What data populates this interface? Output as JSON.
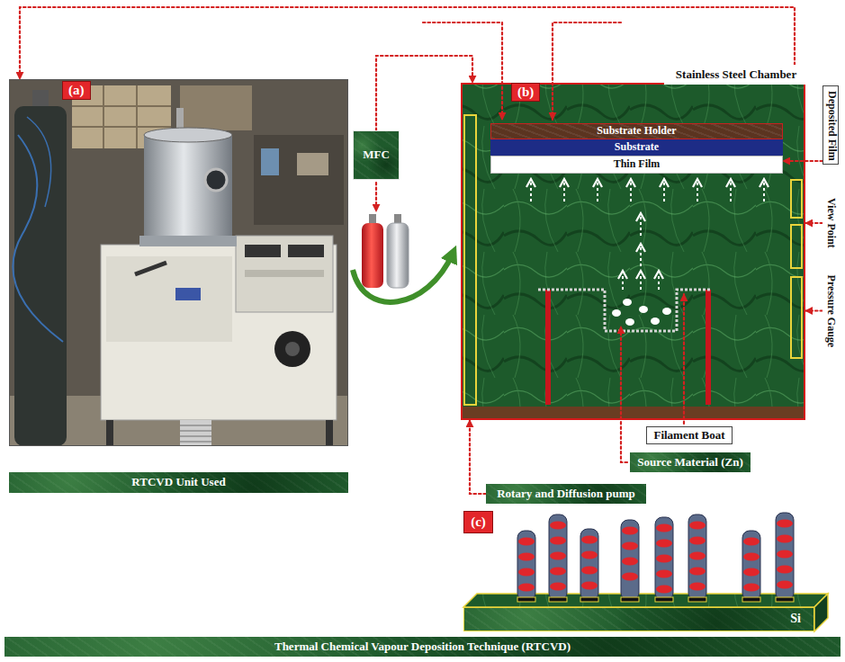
{
  "diagram": {
    "nodes": [
      {
        "text": [
          "(a)"
        ]
      },
      {
        "text": [
          "RTCVD Unit Used"
        ]
      },
      {
        "text": [
          "MFC"
        ]
      },
      {
        "text": [
          "(b)"
        ]
      },
      {
        "text": [
          "Substrate Holder"
        ],
        "in": 3
      },
      {
        "text": [
          "Substrate"
        ],
        "in": 3
      },
      {
        "text": [
          "Thin Film"
        ],
        "in": 3
      },
      {
        "text": [
          "Stainless Steel Chamber"
        ]
      },
      {
        "text": [
          "Deposited Film"
        ]
      },
      {
        "text": [
          "View Point"
        ]
      },
      {
        "text": [
          "Pressure Gauge"
        ]
      },
      {
        "text": [
          "Filament Boat"
        ]
      },
      {
        "text": [
          "Source Material (Zn)"
        ]
      },
      {
        "text": [
          "Rotary and Diffusion pump"
        ]
      },
      {
        "text": [
          "(c)"
        ]
      },
      {
        "text": [
          "Si"
        ]
      },
      {
        "text": [
          "Thermal Chemical Vapour Deposition Technique (RTCVD)"
        ]
      }
    ],
    "edges": [
      {
        "from": 2,
        "to": 3,
        "arrow": "to"
      },
      {
        "from": 7,
        "to": 0,
        "arrow": "to"
      },
      {
        "from": 8,
        "to": 6,
        "arrow": "to"
      },
      {
        "from": 9,
        "to": 3,
        "arrow": "to"
      },
      {
        "from": 10,
        "to": 3,
        "arrow": "to"
      },
      {
        "from": 13,
        "to": 3,
        "arrow": "to"
      }
    ]
  }
}
